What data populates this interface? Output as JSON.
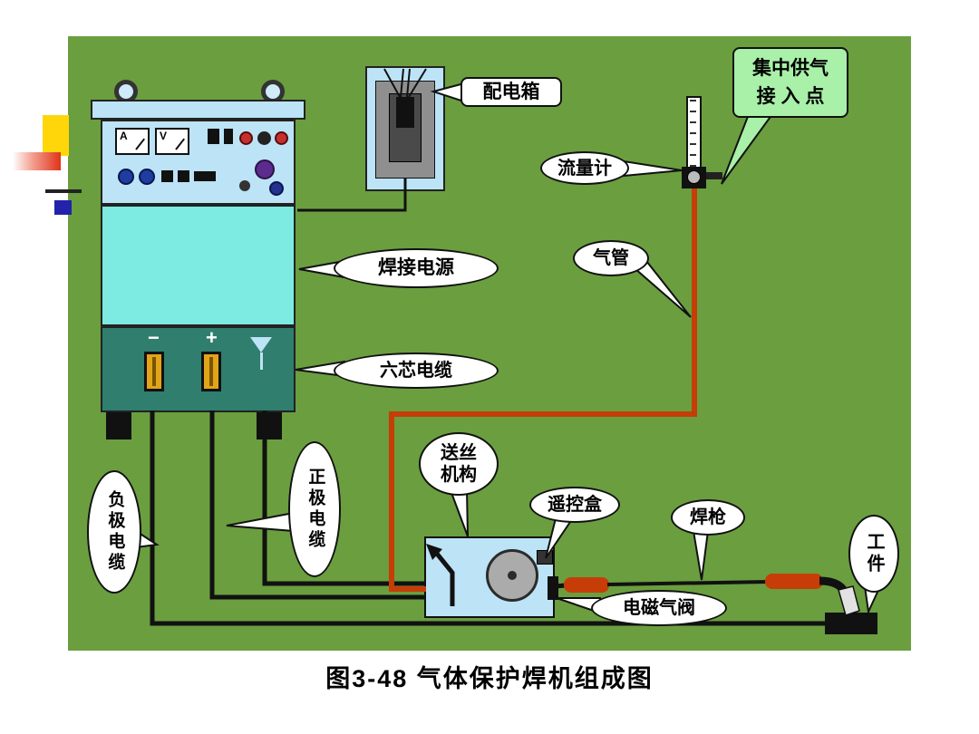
{
  "caption": "图3-48  气体保护焊机组成图",
  "labels": {
    "distribution_box": "配电箱",
    "welding_power_source": "焊接电源",
    "six_core_cable": "六芯电缆",
    "flow_meter": "流量计",
    "gas_pipe": "气管",
    "central_gas_supply": {
      "line1": "集中供气",
      "line2": "接 入 点"
    },
    "negative_cable": "负极电缆",
    "positive_cable": "正极电缆",
    "wire_feeder": {
      "line1": "送丝",
      "line2": "机构"
    },
    "remote_control_box": "遥控盒",
    "welding_torch": "焊枪",
    "solenoid_gas_valve": "电磁气阀",
    "workpiece": "工件"
  },
  "machine": {
    "ammeter_label": "A",
    "voltmeter_label": "V",
    "negative_terminal": "−",
    "positive_terminal": "+"
  },
  "colors": {
    "canvas_green": "#6A9E3F",
    "gas_pipe_orange": "#C63D08",
    "supply_callout_green": "#A9F0A9",
    "machine_panel_blue": "#BCE3F6",
    "machine_body_cyan": "#7EEBE2",
    "machine_base_teal": "#2F7E6E",
    "terminal_gold": "#E2A418"
  }
}
